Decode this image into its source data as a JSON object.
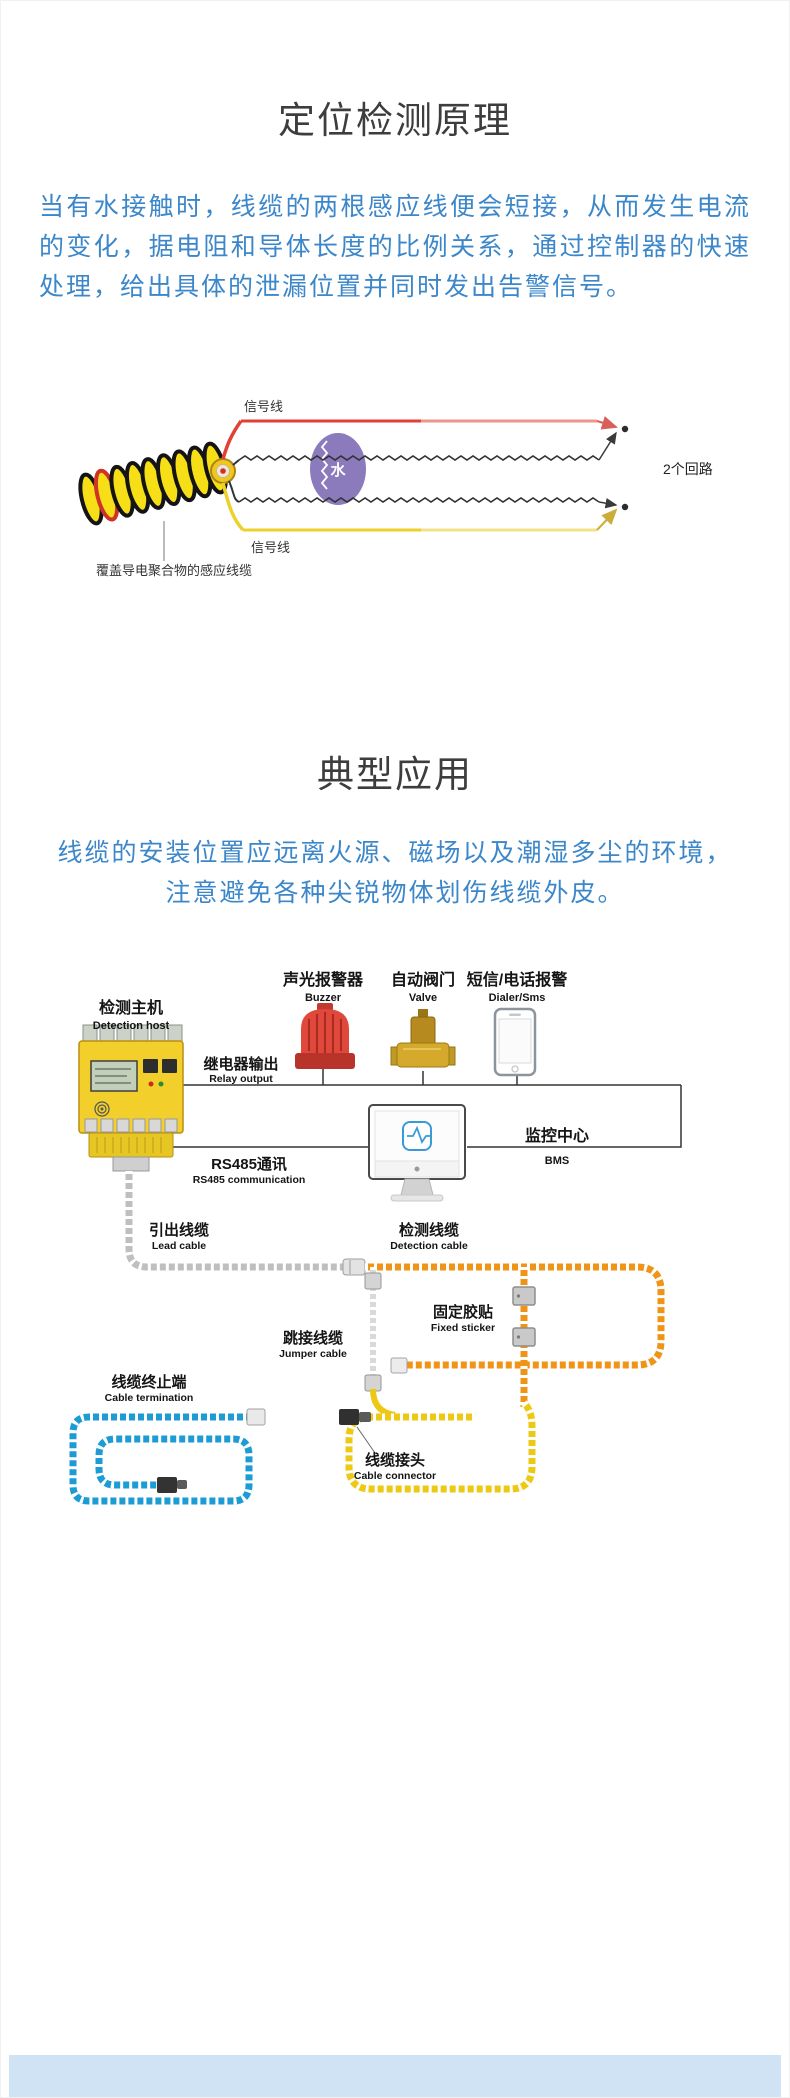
{
  "page": {
    "accent_text_blue": "#3c87c9",
    "footer_strip_blue": "#cfe3f4"
  },
  "section_principle": {
    "title": "定位检测原理",
    "body": "当有水接触时，线缆的两根感应线便会短接，从而发生电流的变化，据电阻和导体长度的比例关系，通过控制器的快速处理，给出具体的泄漏位置并同时发出告警信号。",
    "labels": {
      "signal_top": "信号线",
      "signal_bottom": "信号线",
      "water": "水",
      "loops": "2个回路",
      "cable": "覆盖导电聚合物的感应线缆"
    }
  },
  "section_application": {
    "title": "典型应用",
    "body_line1": "线缆的安装位置应远离火源、磁场以及潮湿多尘的环境，",
    "body_line2": "注意避免各种尖锐物体划伤线缆外皮。",
    "nodes": {
      "detection_host": {
        "zh": "检测主机",
        "en": "Detection host"
      },
      "buzzer": {
        "zh": "声光报警器",
        "en": "Buzzer"
      },
      "valve": {
        "zh": "自动阀门",
        "en": "Valve"
      },
      "sms": {
        "zh": "短信/电话报警",
        "en": "Dialer/Sms"
      },
      "relay_output": {
        "zh": "继电器输出",
        "en": "Relay output"
      },
      "monitor_center": {
        "zh": "监控中心",
        "en": "BMS"
      },
      "rs485": {
        "zh": "RS485通讯",
        "en": "RS485 communication"
      },
      "lead_cable": {
        "zh": "引出线缆",
        "en": "Lead cable"
      },
      "detection_cable": {
        "zh": "检测线缆",
        "en": "Detection cable"
      },
      "jumper_cable": {
        "zh": "跳接线缆",
        "en": "Jumper cable"
      },
      "fixed_sticker": {
        "zh": "固定胶贴",
        "en": "Fixed sticker"
      },
      "cable_termination": {
        "zh": "线缆终止端",
        "en": "Cable termination"
      },
      "cable_connector": {
        "zh": "线缆接头",
        "en": "Cable connector"
      }
    }
  }
}
